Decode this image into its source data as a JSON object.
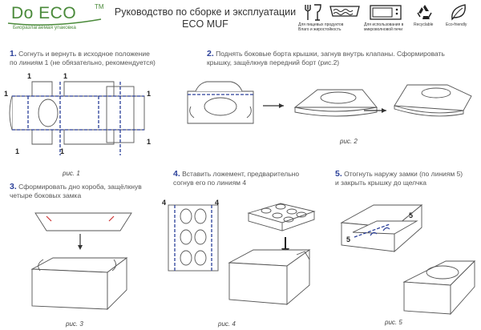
{
  "logo": {
    "name": "Do ECO",
    "tm": "TM",
    "subtitle": "Биоразлагаемая упаковка"
  },
  "header": {
    "title_line1": "Руководство по сборке и эксплуатации",
    "title_line2": "ECO MUF"
  },
  "badges": [
    {
      "icon": "fork-glass-icon",
      "caption1": "Для пищевых продуктов",
      "caption2": "Влаго и жиростойкость"
    },
    {
      "icon": "water-resistant-icon",
      "caption1": "",
      "caption2": ""
    },
    {
      "icon": "microwave-icon",
      "caption1": "Для использования в",
      "caption2": "микроволновой печи"
    },
    {
      "icon": "recycle-icon",
      "caption1": "Recyclable",
      "caption2": ""
    },
    {
      "icon": "leaf-icon",
      "caption1": "Eco-friendly",
      "caption2": ""
    }
  ],
  "steps": {
    "s1": {
      "num": "1.",
      "text1": "Согнуть и вернуть в исходное положение",
      "text2": "по линиям 1 (не обязательно, рекомендуется)",
      "caption": "рис. 1",
      "line_label": "1"
    },
    "s2": {
      "num": "2.",
      "text1": "Поднять боковые борта крышки, загнув внутрь клапаны. Сформировать",
      "text2": "крышку, защёлкнув передний борт (рис.2)",
      "caption": "рис. 2"
    },
    "s3": {
      "num": "3.",
      "text1": "Сформировать дно короба, защёлкнув",
      "text2": "четыре боковых замка",
      "caption": "рис. 3"
    },
    "s4": {
      "num": "4.",
      "text1": "Вставить ложемент, предварительно",
      "text2": "согнув его по линиям 4",
      "caption": "рис. 4",
      "line_label": "4"
    },
    "s5": {
      "num": "5.",
      "text1": "Отогнуть наружу замки (по линиям 5)",
      "text2": "и закрыть крышку до щелчка",
      "caption": "рис. 5",
      "line_label": "5"
    }
  }
}
